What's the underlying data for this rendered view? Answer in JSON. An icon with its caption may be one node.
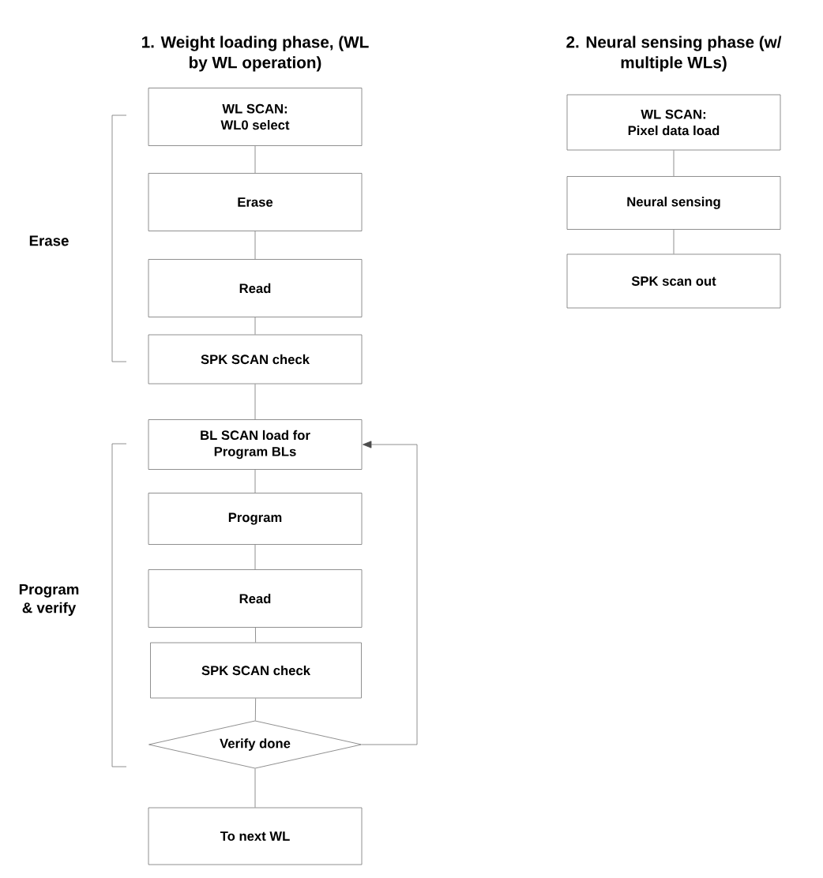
{
  "diagram": {
    "nodes": [
      {
        "text": [
          "WL SCAN: WL0 select"
        ]
      },
      {
        "text": [
          "Erase"
        ]
      },
      {
        "text": [
          "Read"
        ]
      },
      {
        "text": [
          "SPK SCAN check"
        ]
      },
      {
        "text": [
          "BL SCAN load for Program BLs"
        ]
      },
      {
        "text": [
          "Program"
        ]
      },
      {
        "text": [
          "Read"
        ]
      },
      {
        "text": [
          "SPK SCAN check"
        ]
      },
      {
        "text": [
          "Verify done"
        ]
      },
      {
        "text": [
          "To next WL"
        ]
      },
      {
        "text": [
          "WL SCAN: Pixel data load"
        ]
      },
      {
        "text": [
          "Neural sensing"
        ]
      },
      {
        "text": [
          "SPK scan out"
        ]
      }
    ],
    "edges": [
      {
        "from": 0,
        "to": 1,
        "arrow": "none"
      },
      {
        "from": 1,
        "to": 2,
        "arrow": "none"
      },
      {
        "from": 2,
        "to": 3,
        "arrow": "none"
      },
      {
        "from": 3,
        "to": 4,
        "arrow": "none"
      },
      {
        "from": 4,
        "to": 5,
        "arrow": "none"
      },
      {
        "from": 5,
        "to": 6,
        "arrow": "none"
      },
      {
        "from": 6,
        "to": 7,
        "arrow": "none"
      },
      {
        "from": 7,
        "to": 8,
        "arrow": "none"
      },
      {
        "from": 8,
        "to": 9,
        "arrow": "none"
      },
      {
        "from": 8,
        "to": 4,
        "arrow": "to"
      },
      {
        "from": 10,
        "to": 11,
        "arrow": "none"
      },
      {
        "from": 11,
        "to": 12,
        "arrow": "none"
      }
    ],
    "labels": [
      "1. Weight loading phase, (WL by WL operation)",
      "2. Neural sensing phase (w/ multiple WLs)",
      "Erase",
      "Program & verify"
    ]
  }
}
